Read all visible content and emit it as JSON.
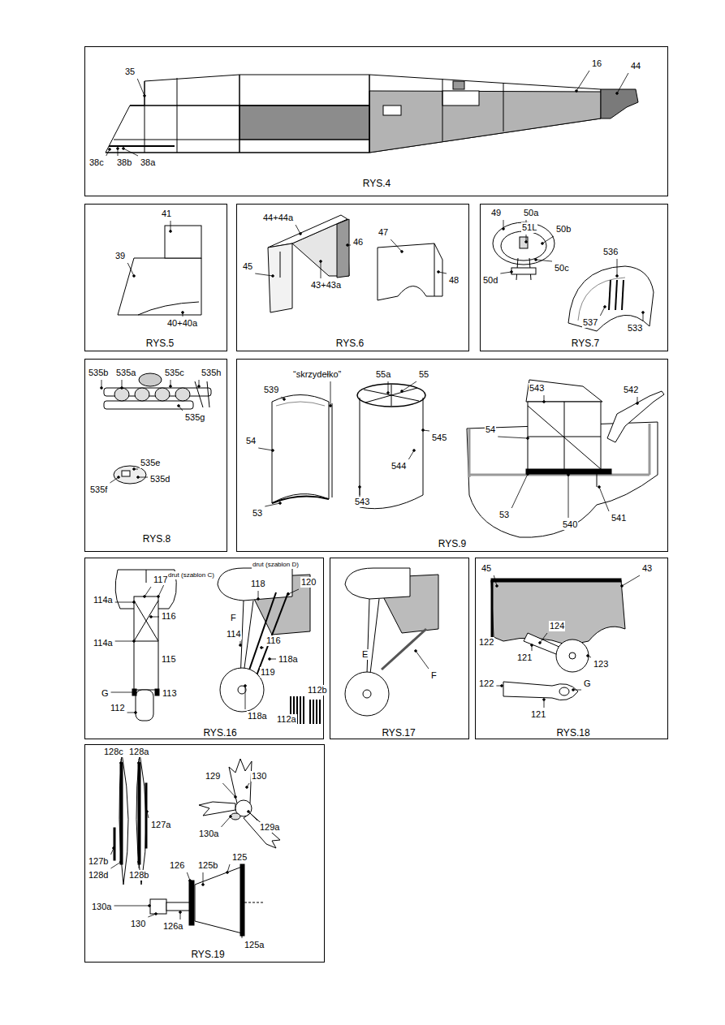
{
  "diagram": {
    "nodes": [
      {
        "text": [
          "RYS.4"
        ]
      },
      {
        "text": [
          "RYS.5"
        ]
      },
      {
        "text": [
          "RYS.6"
        ]
      },
      {
        "text": [
          "RYS.7"
        ]
      },
      {
        "text": [
          "RYS.8"
        ]
      },
      {
        "text": [
          "RYS.9"
        ]
      },
      {
        "text": [
          "RYS.16"
        ]
      },
      {
        "text": [
          "RYS.17"
        ]
      },
      {
        "text": [
          "RYS.18"
        ]
      },
      {
        "text": [
          "RYS.19"
        ]
      }
    ],
    "labels": [
      "35",
      "16",
      "44",
      "38c",
      "38b",
      "38a",
      "41",
      "39",
      "40+40a",
      "44+44a",
      "45",
      "46",
      "43+43a",
      "47",
      "48",
      "49",
      "50a",
      "51L",
      "50b",
      "50c",
      "50d",
      "536",
      "537",
      "533",
      "535b",
      "535a",
      "535c",
      "535h",
      "535g",
      "535e",
      "535d",
      "535f",
      "539",
      "“skrzydełko”",
      "54",
      "53",
      "55a",
      "55",
      "545",
      "544",
      "543",
      "543",
      "542",
      "54",
      "53",
      "540",
      "541",
      "117",
      "drut (szablon C)",
      "114a",
      "116",
      "114a",
      "115",
      "G",
      "113",
      "112",
      "drut (szablon D)",
      "118",
      "120",
      "F",
      "114",
      "116",
      "118a",
      "119",
      "118a",
      "112b",
      "112a",
      "E",
      "F",
      "45",
      "43",
      "122",
      "124",
      "123",
      "121",
      "122",
      "G",
      "121",
      "128c",
      "128a",
      "129",
      "130",
      "129a",
      "130a",
      "127a",
      "127b",
      "128d",
      "128b",
      "126",
      "125b",
      "125",
      "130a",
      "130",
      "126a",
      "125a"
    ]
  }
}
